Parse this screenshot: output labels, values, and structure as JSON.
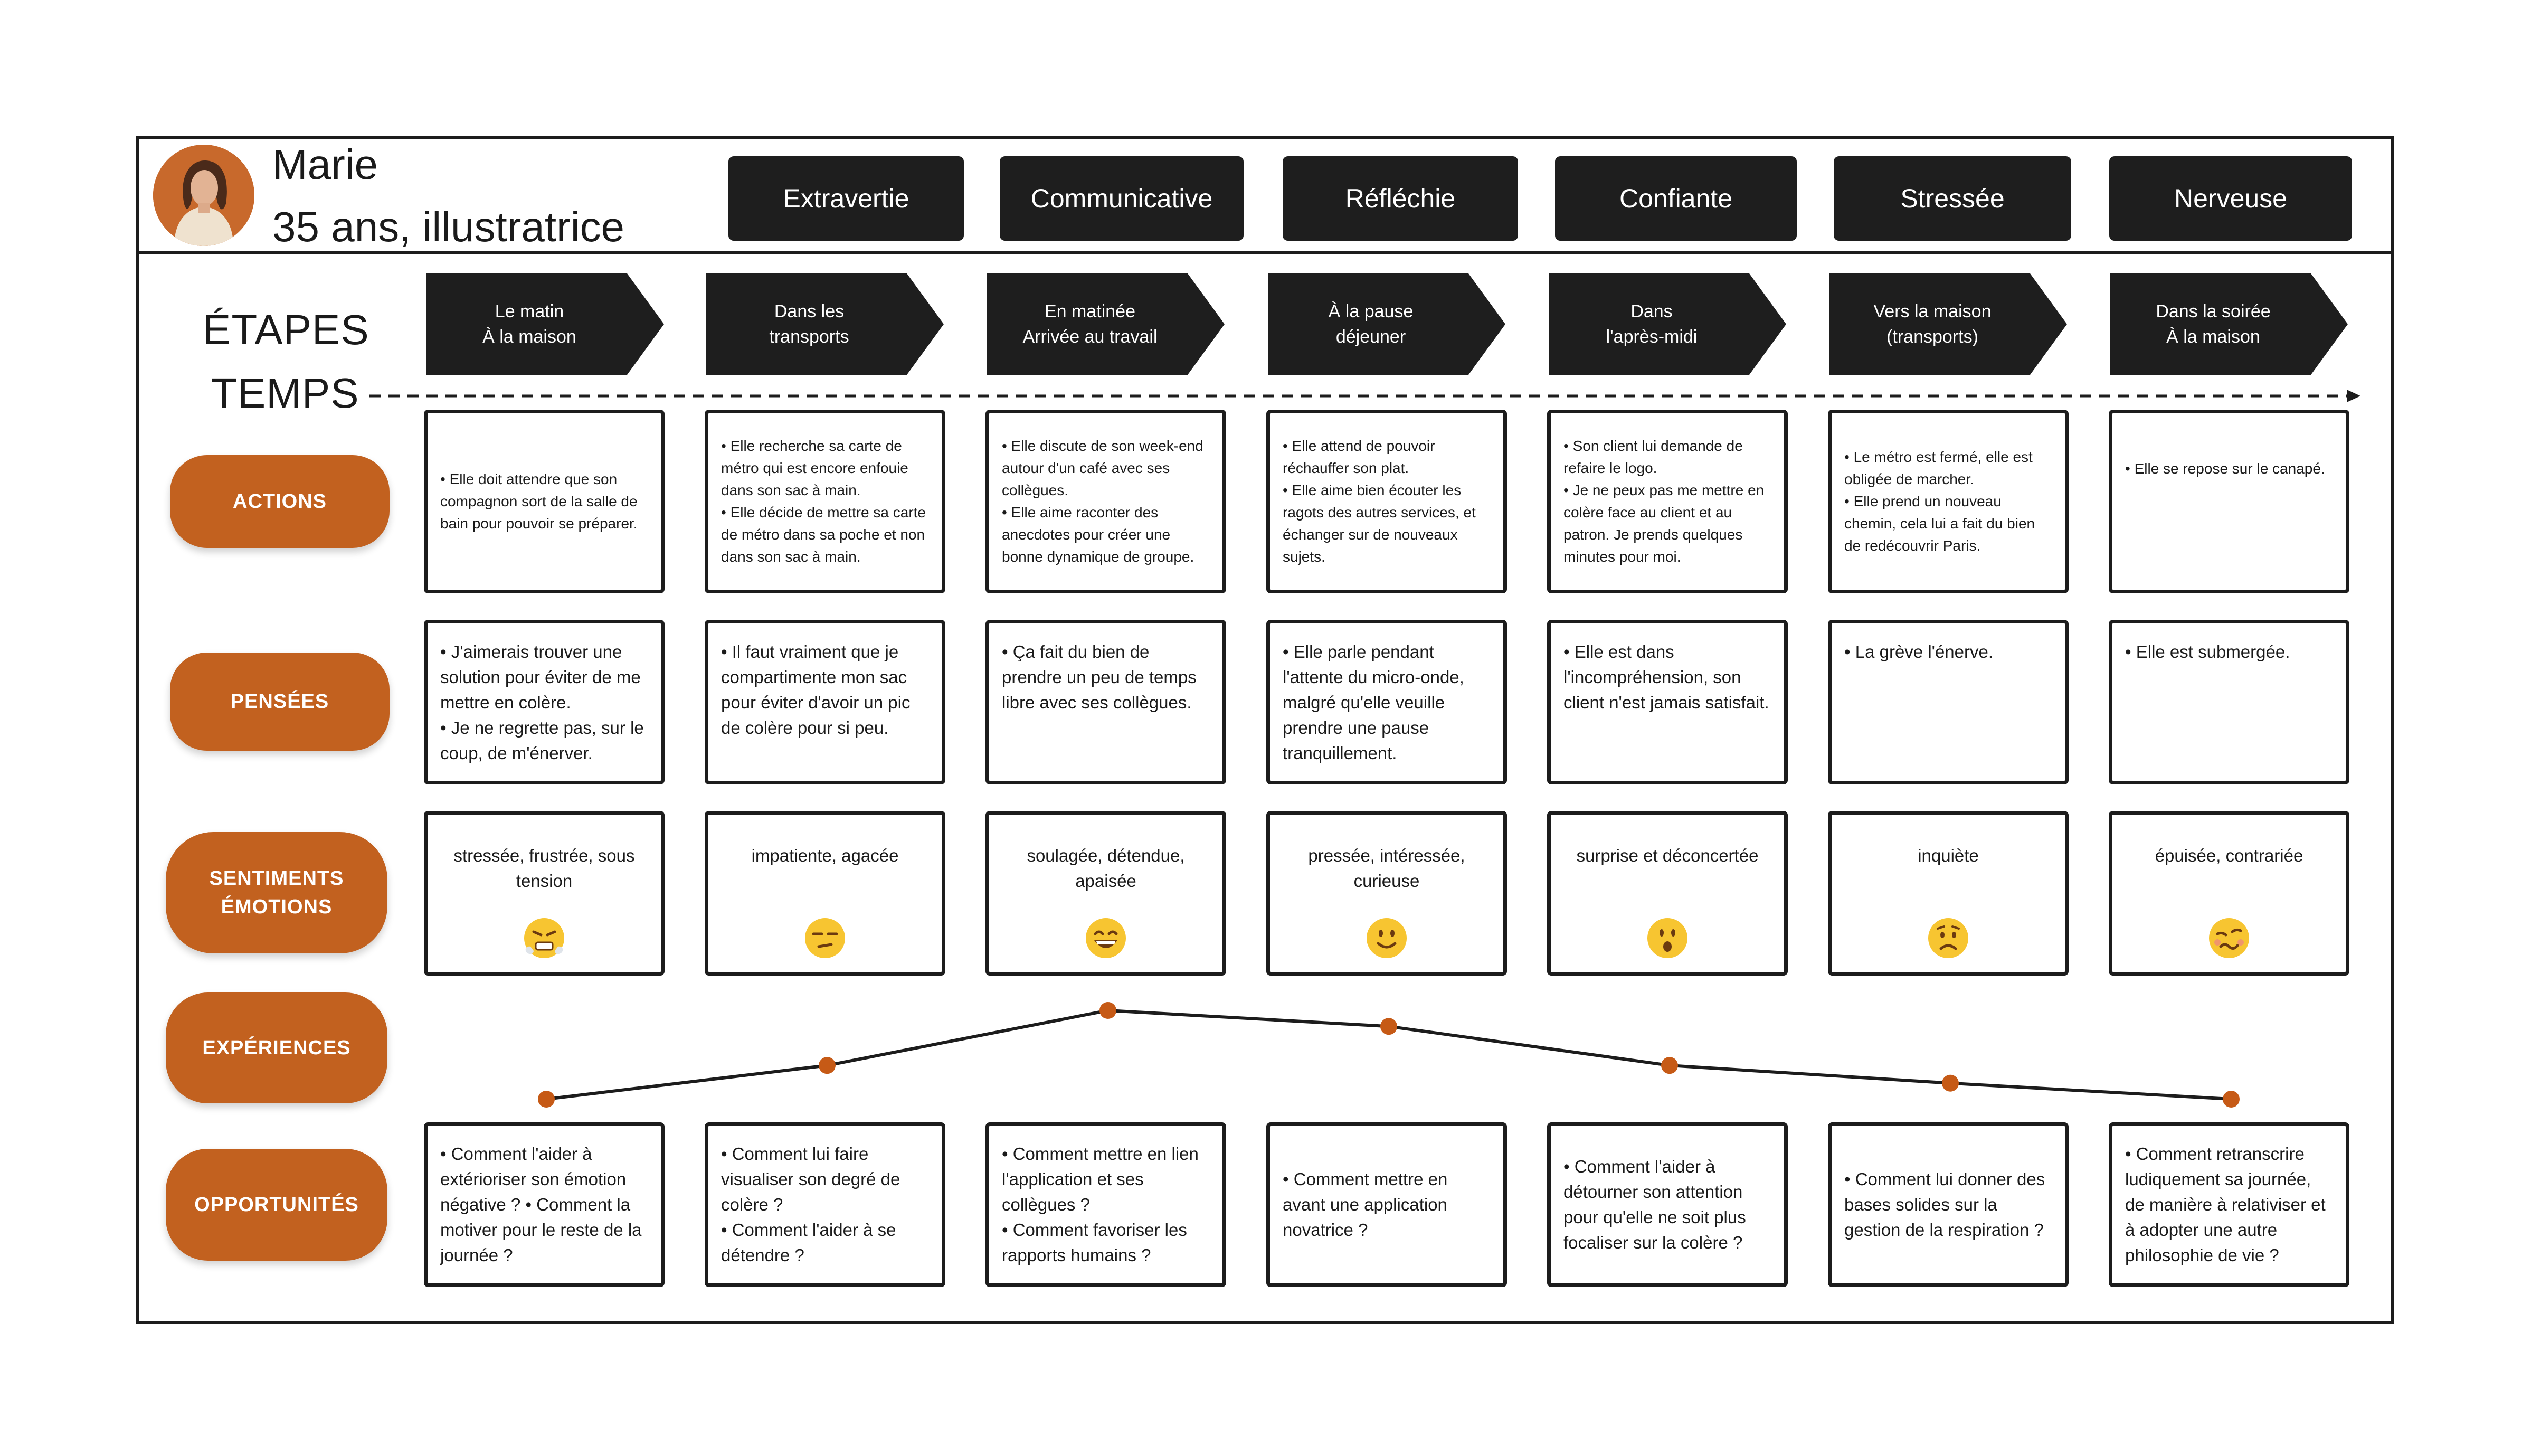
{
  "persona": {
    "name": "Marie",
    "description": "35 ans, illustratrice"
  },
  "traits": [
    "Extravertie",
    "Communicative",
    "Réfléchie",
    "Confiante",
    "Stressée",
    "Nerveuse"
  ],
  "labels": {
    "etapes": "ÉTAPES",
    "temps": "TEMPS"
  },
  "stages": [
    {
      "line1": "Le matin",
      "line2": "À la maison"
    },
    {
      "line1": "Dans les",
      "line2": "transports"
    },
    {
      "line1": "En matinée",
      "line2": "Arrivée au travail"
    },
    {
      "line1": "À la pause",
      "line2": "déjeuner"
    },
    {
      "line1": "Dans",
      "line2": "l'après-midi"
    },
    {
      "line1": "Vers la maison",
      "line2": "(transports)"
    },
    {
      "line1": "Dans la soirée",
      "line2": "À la maison"
    }
  ],
  "rows": {
    "actions": "ACTIONS",
    "pensees": "PENSÉES",
    "sentiments_1": "SENTIMENTS",
    "sentiments_2": "ÉMOTIONS",
    "experiences": "EXPÉRIENCES",
    "opportunites": "OPPORTUNITÉS"
  },
  "actions": [
    [
      "• Elle doit attendre que son compagnon sort de la salle de bain  pour pouvoir se préparer."
    ],
    [
      "•  Elle recherche sa carte de métro qui est encore enfouie dans son sac à main.",
      "•  Elle décide de mettre sa carte de métro dans sa poche et non dans son sac à main."
    ],
    [
      "• Elle discute de son week-end autour d'un café avec ses collègues.",
      "• Elle aime raconter des anecdotes pour créer une bonne dynamique de groupe."
    ],
    [
      "• Elle attend de pouvoir réchauffer son plat.",
      "• Elle aime bien écouter les ragots des autres services, et échanger sur de nouveaux sujets."
    ],
    [
      "• Son client lui demande de refaire le  logo.",
      "•  Je ne peux pas me mettre en colère face au client et au patron.  Je prends quelques minutes pour moi."
    ],
    [
      "• Le métro est fermé, elle est obligée de marcher.",
      "• Elle prend un nouveau chemin, cela lui a fait du bien de redécouvrir Paris."
    ],
    [
      "• Elle se repose sur le canapé."
    ]
  ],
  "pensees": [
    [
      "•  J'aimerais trouver une solution pour éviter de me mettre en colère.",
      "•  Je ne regrette pas, sur le coup, de m'énerver."
    ],
    [
      "•  Il faut vraiment que je compartimente mon sac pour éviter d'avoir un pic de colère pour si peu."
    ],
    [
      "• Ça fait du bien de prendre un peu de temps libre avec ses collègues."
    ],
    [
      "• Elle parle  pendant l'attente du micro-onde, malgré qu'elle veuille prendre une  pause tranquillement."
    ],
    [
      "• Elle est dans l'incompréhension, son client n'est jamais satisfait."
    ],
    [
      "• La grève l'énerve."
    ],
    [
      "• Elle est submergée."
    ]
  ],
  "sentiments": [
    {
      "text": "stressée, frustrée,  sous tension",
      "emoji": "frustrated-face-icon"
    },
    {
      "text": "impatiente, agacée",
      "emoji": "unamused-face-icon"
    },
    {
      "text": "soulagée, détendue, apaisée",
      "emoji": "grinning-face-icon"
    },
    {
      "text": "pressée,  intéressée, curieuse",
      "emoji": "slight-smile-face-icon"
    },
    {
      "text": "surprise et déconcertée",
      "emoji": "surprised-face-icon"
    },
    {
      "text": "inquiète",
      "emoji": "worried-face-icon"
    },
    {
      "text": "épuisée, contrariée",
      "emoji": "woozy-face-icon"
    }
  ],
  "experience_levels": [
    0,
    0.38,
    1,
    0.82,
    0.38,
    0.18,
    0
  ],
  "opportunites": [
    [
      "• Comment l'aider à extérioriser son émotion négative ? • Comment la motiver pour le reste de la journée ?"
    ],
    [
      "• Comment lui faire visualiser son degré de colère ?",
      "• Comment l'aider à se détendre ?"
    ],
    [
      "• Comment mettre en lien l'application et ses collègues ?",
      "• Comment favoriser les rapports humains ?"
    ],
    [
      "• Comment mettre en avant une application novatrice ?"
    ],
    [
      "• Comment l'aider à détourner son attention pour qu'elle ne soit plus focaliser sur la colère ?"
    ],
    [
      "• Comment lui donner des bases solides sur la gestion de la  respiration ?"
    ],
    [
      "• Comment retranscrire ludiquement sa journée, de manière à relativiser et à adopter une autre philosophie de vie ?"
    ]
  ],
  "colors": {
    "accent": "#c2611f",
    "dark": "#1e1e1e",
    "dot": "#c65a16"
  }
}
